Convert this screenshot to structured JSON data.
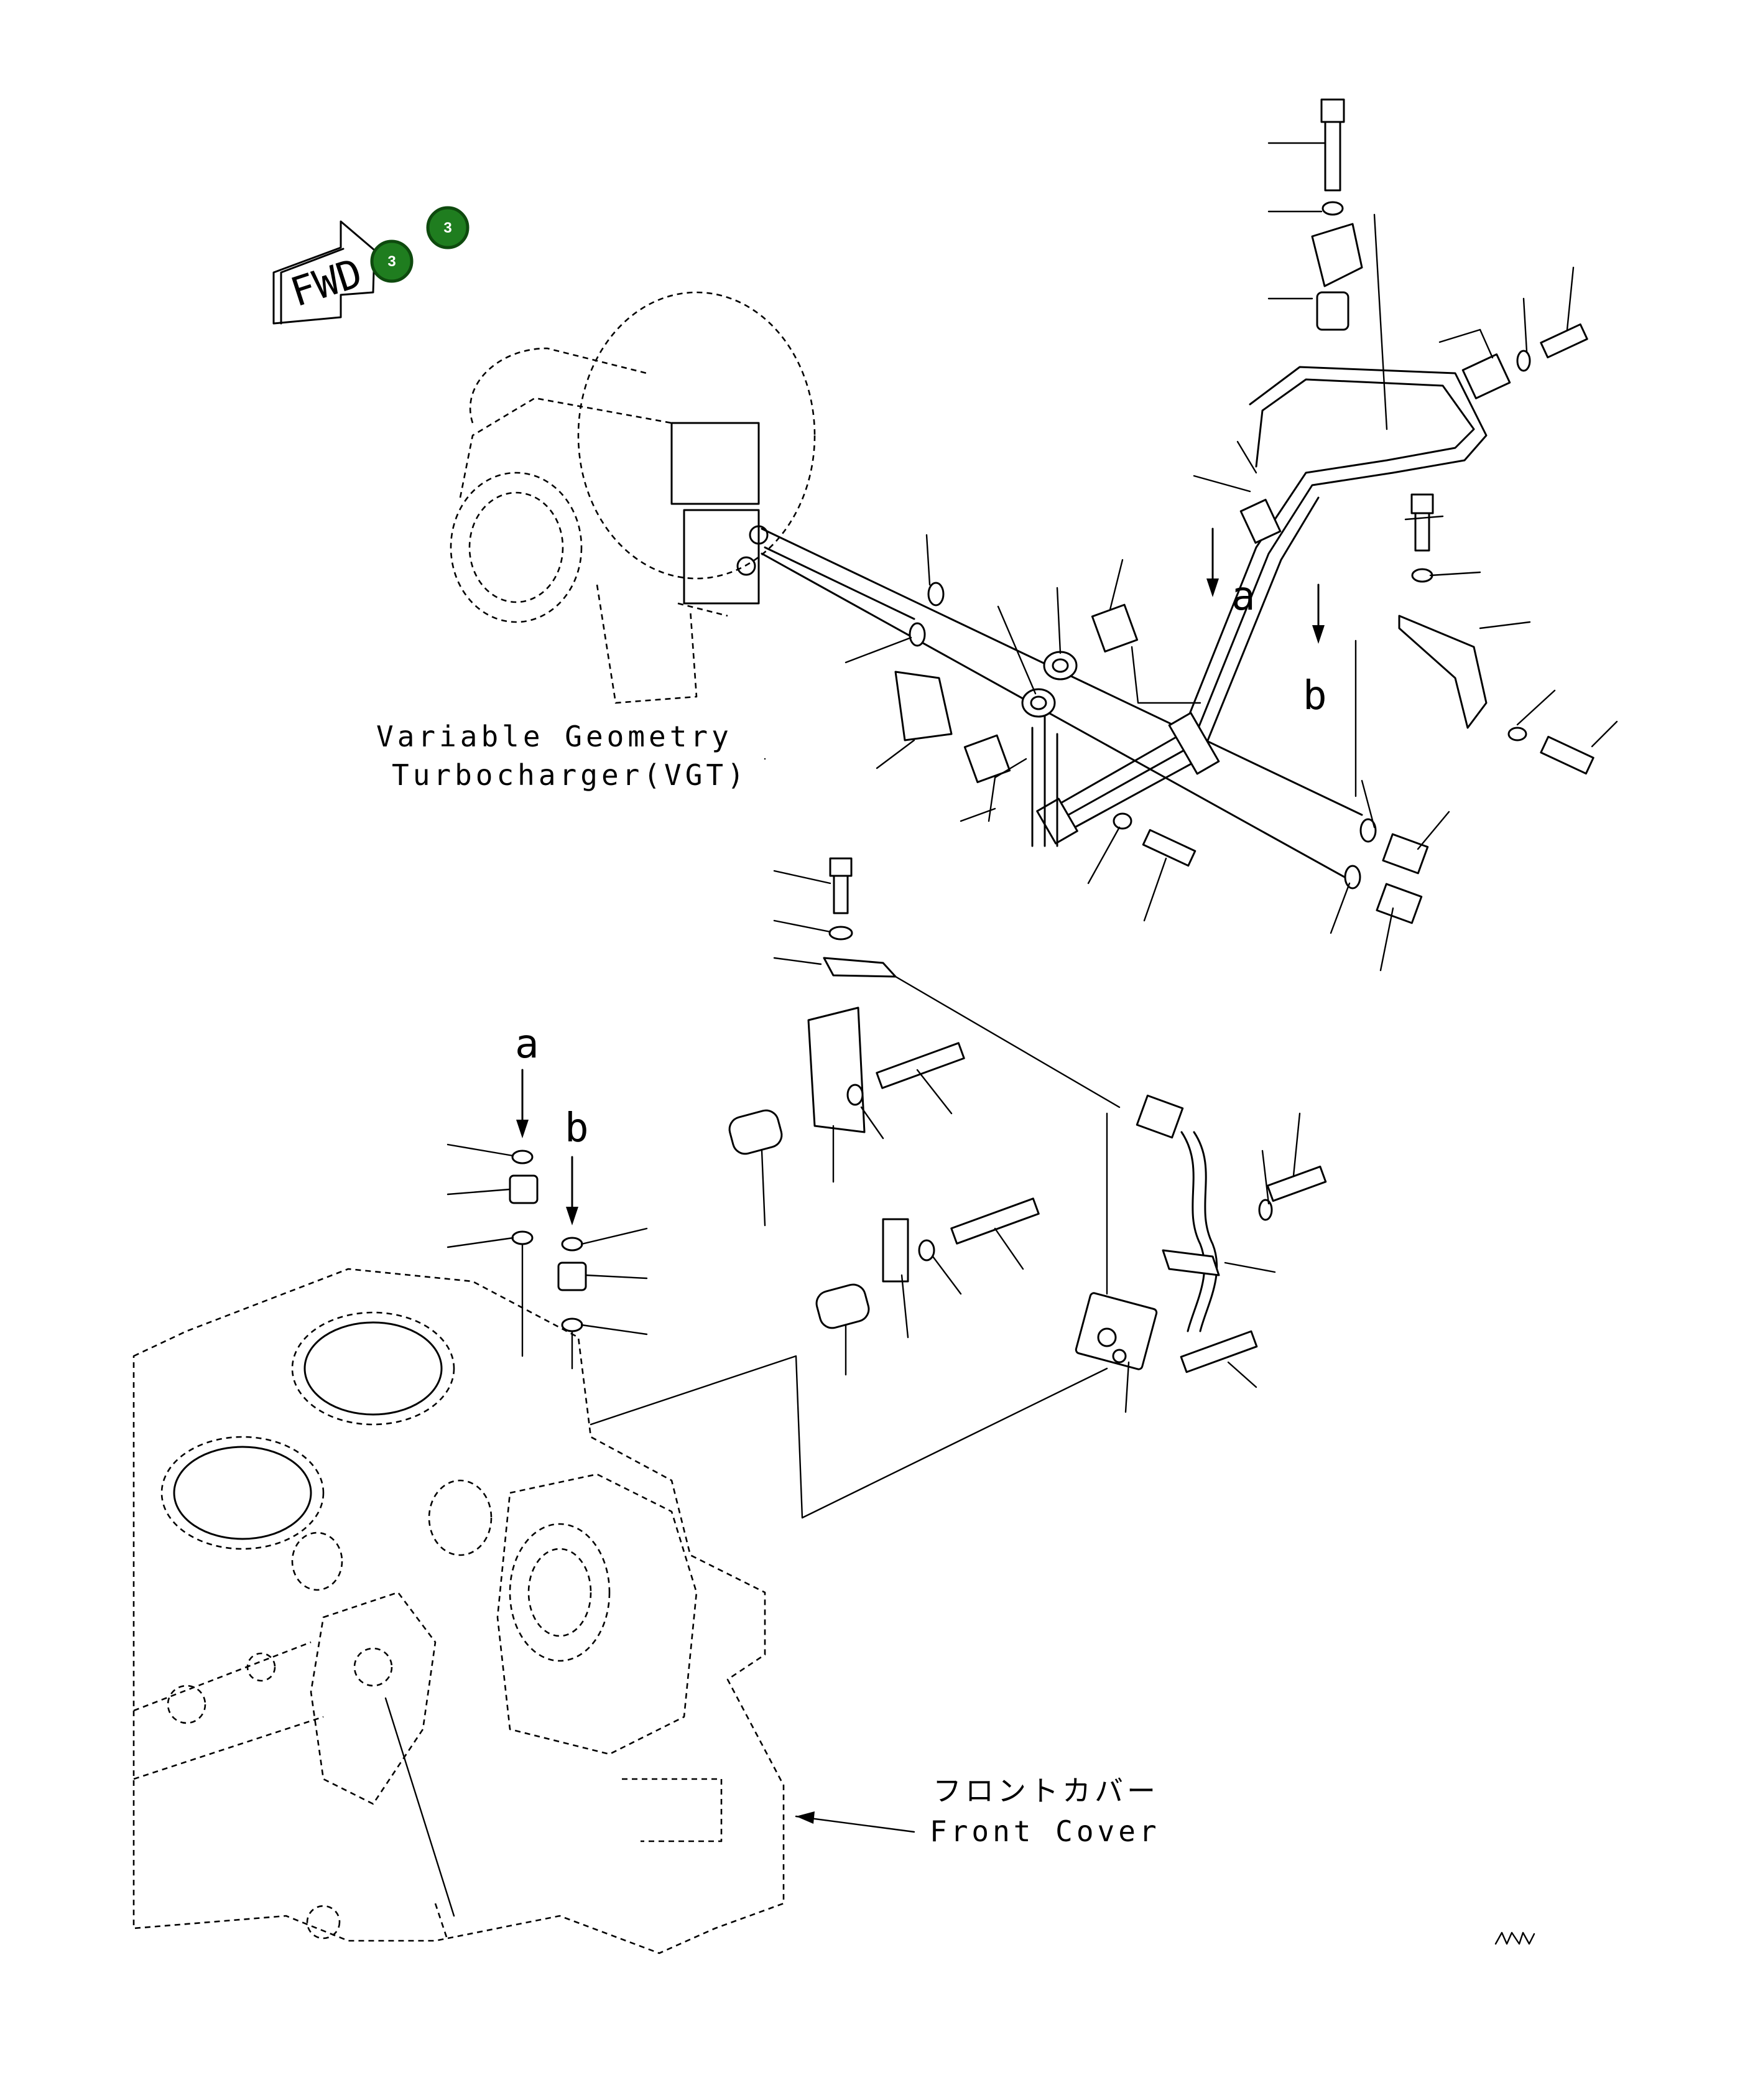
{
  "markers": [
    {
      "label": "3",
      "color": "#1f7d1f"
    },
    {
      "label": "3",
      "color": "#1f7d1f"
    }
  ],
  "fwd_arrow": {
    "label": "FWD"
  },
  "labels": {
    "vgt_line1": "Variable Geometry",
    "vgt_line2": "Turbocharger(VGT)",
    "front_cover_jp": "フロントカバー",
    "front_cover_en": "Front Cover",
    "view_a_top": "a",
    "view_b_top": "b",
    "view_a_bottom": "a",
    "view_b_bottom": "b"
  },
  "icons": {
    "fwd": "fwd-arrow-icon",
    "marker": "callout-marker-icon"
  }
}
